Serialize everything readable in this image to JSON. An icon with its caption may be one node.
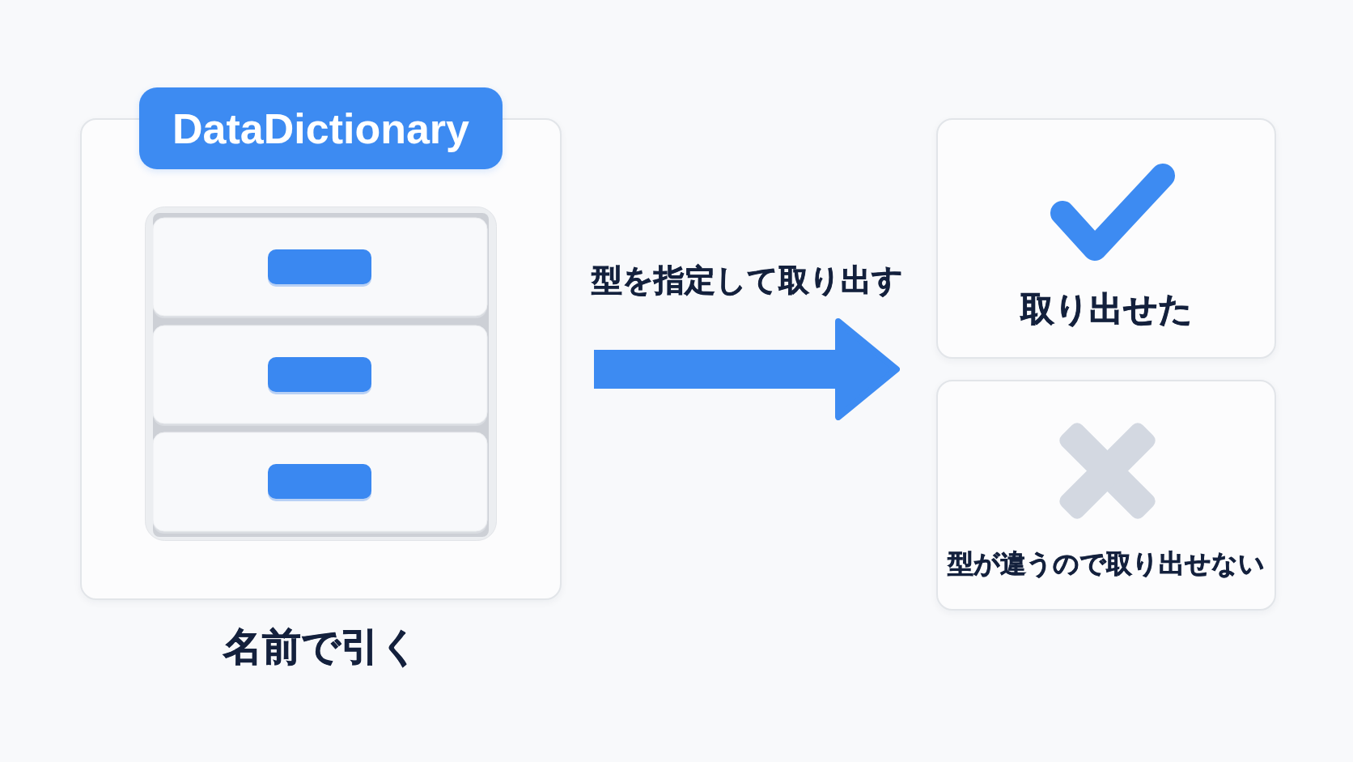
{
  "diagram": {
    "nodes": [
      {
        "text": [
          "DataDictionary"
        ],
        "beside": [
          "名前で引く"
        ]
      },
      {
        "text": [
          "取り出せた"
        ]
      },
      {
        "text": [
          "型が違うので取り出せない"
        ]
      }
    ],
    "edges": [
      {
        "from": 0,
        "to": 1,
        "arrow": "to",
        "label": "型を指定して取り出す"
      },
      {
        "from": 0,
        "to": 2,
        "arrow": "to"
      }
    ]
  }
}
